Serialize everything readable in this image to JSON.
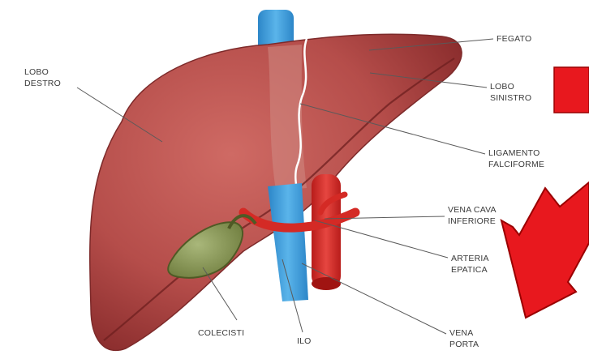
{
  "diagram": {
    "labels": {
      "lobo_destro": {
        "line1": "LOBO",
        "line2": "DESTRO"
      },
      "fegato": "FEGATO",
      "lobo_sinistro": {
        "line1": "LOBO",
        "line2": "SINISTRO"
      },
      "legamento_falciforme": {
        "line1": "LIGAMENTO",
        "line2": "FALCIFORME"
      },
      "vena_cava_inferiore": {
        "line1": "VENA CAVA",
        "line2": "INFERIORE"
      },
      "arteria_epatica": {
        "line1": "ARTERIA",
        "line2": "EPATICA"
      },
      "vena_porta": {
        "line1": "VENA",
        "line2": "PORTA"
      },
      "colecisti": "COLECISTI",
      "ilo": "ILO"
    },
    "colors": {
      "liver": "#b54d4a",
      "liver_dark": "#8c2e2e",
      "vena_cava": "#3b9bd8",
      "artery": "#d42a25",
      "gallbladder": "#8c9a56",
      "arrow": "#e8181e",
      "leader_line": "#5a5a5a"
    }
  }
}
